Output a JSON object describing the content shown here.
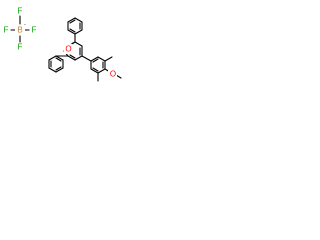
{
  "structure": {
    "ions": [
      {
        "id": "tetrafluoroborate",
        "atoms": [
          {
            "id": "B1",
            "symbol": "B",
            "charge": "-"
          },
          {
            "id": "F1",
            "symbol": "F"
          },
          {
            "id": "F2",
            "symbol": "F"
          },
          {
            "id": "F3",
            "symbol": "F"
          },
          {
            "id": "F4",
            "symbol": "F"
          }
        ]
      },
      {
        "id": "pyrylium-cation",
        "atoms": [
          {
            "id": "O1",
            "symbol": "O",
            "charge": "+"
          },
          {
            "id": "O2",
            "symbol": "O"
          }
        ]
      }
    ],
    "colors": {
      "bond": "#000000",
      "oxygen": "#ff0000",
      "fluorine": "#00aa00",
      "boron": "#c88033",
      "background": "#ffffff"
    }
  }
}
